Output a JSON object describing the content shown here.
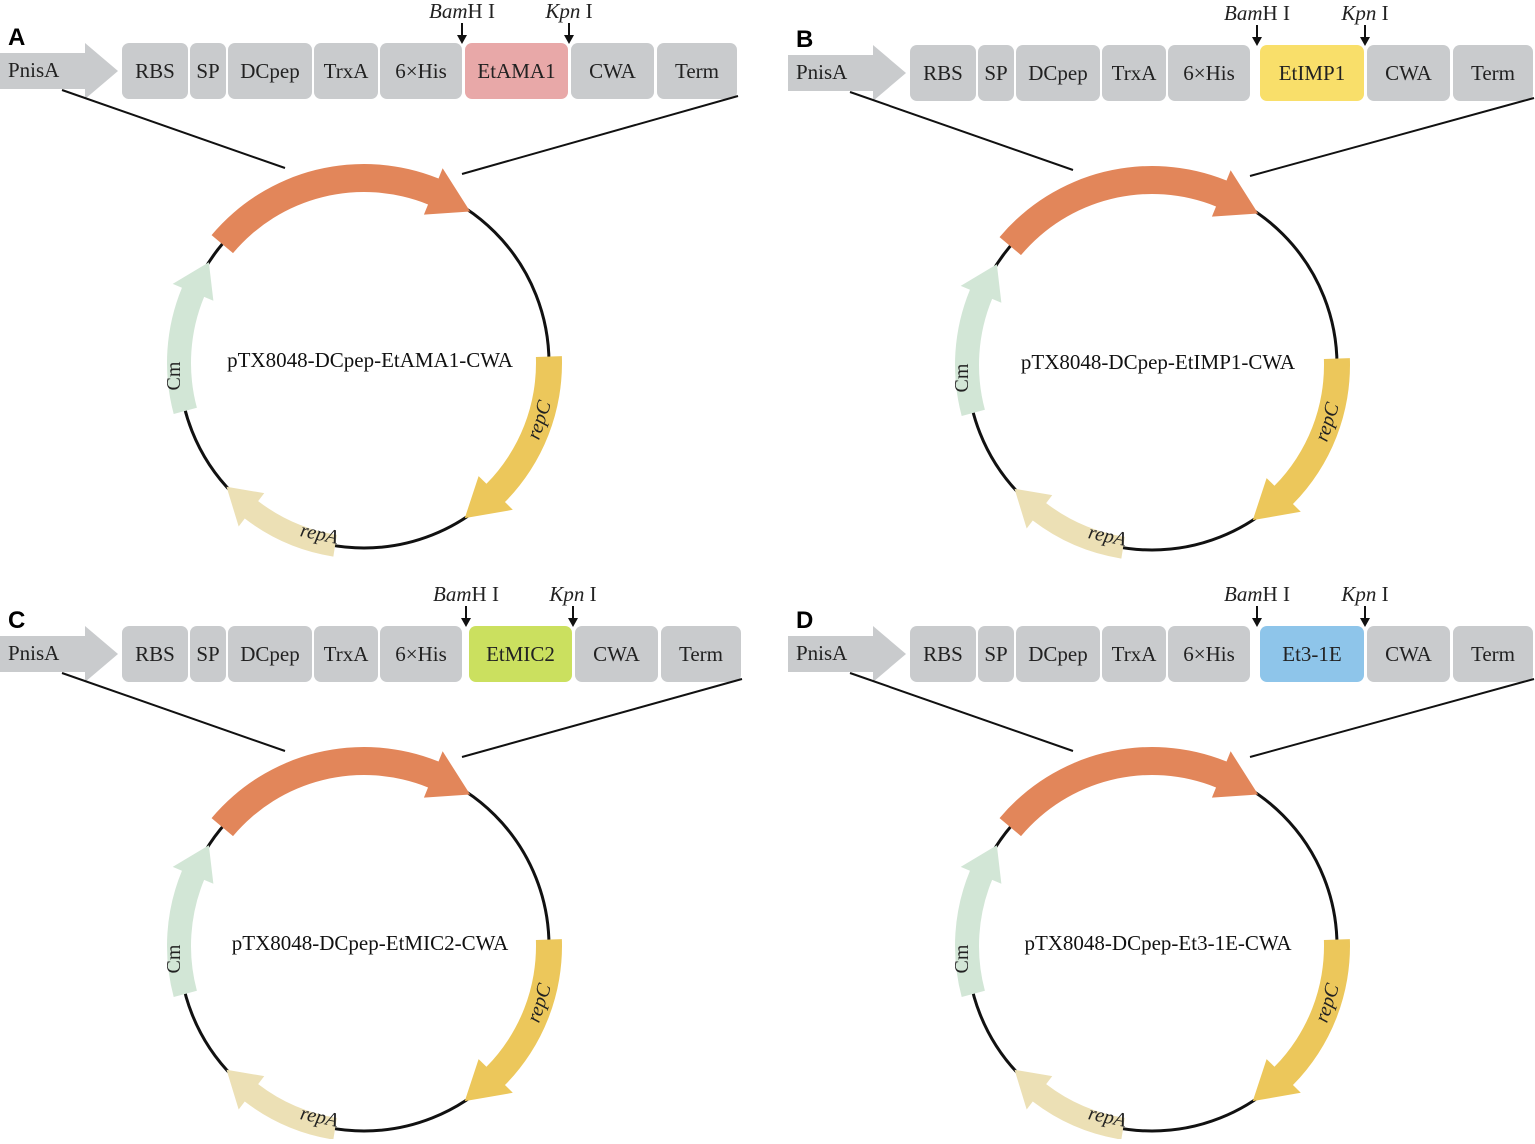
{
  "colors": {
    "block": "#c9cbcd",
    "promoter_arrow": "#c9cbcd",
    "orange_arrow": "#e2865a",
    "repC": "#ecc75b",
    "repA": "#ece0b5",
    "Cm": "#d2e6d6",
    "backbone": "#111111"
  },
  "panels": [
    {
      "letter": "A",
      "promoter": "PnisA",
      "blocks": [
        "RBS",
        "SP",
        "DCpep",
        "TrxA",
        "6×His",
        "EtAMA1",
        "CWA",
        "Term"
      ],
      "insert": {
        "label": "EtAMA1",
        "color": "#e8a8a8"
      },
      "sites": {
        "bamhi_italic": "Bam",
        "bamhi_rest": "H I",
        "kpni_italic": "Kpn",
        "kpni_rest": " I"
      },
      "plasmid_name": "pTX8048-DCpep-EtAMA1-CWA",
      "genes": {
        "repC": "repC",
        "repA": "repA",
        "Cm": "Cm"
      }
    },
    {
      "letter": "B",
      "promoter": "PnisA",
      "blocks": [
        "RBS",
        "SP",
        "DCpep",
        "TrxA",
        "6×His",
        "EtIMP1",
        "CWA",
        "Term"
      ],
      "insert": {
        "label": "EtIMP1",
        "color": "#f9df6a"
      },
      "sites": {
        "bamhi_italic": "Bam",
        "bamhi_rest": "H I",
        "kpni_italic": "Kpn",
        "kpni_rest": " I"
      },
      "plasmid_name": "pTX8048-DCpep-EtIMP1-CWA",
      "genes": {
        "repC": "repC",
        "repA": "repA",
        "Cm": "Cm"
      }
    },
    {
      "letter": "C",
      "promoter": "PnisA",
      "blocks": [
        "RBS",
        "SP",
        "DCpep",
        "TrxA",
        "6×His",
        "EtMIC2",
        "CWA",
        "Term"
      ],
      "insert": {
        "label": "EtMIC2",
        "color": "#cbe05f"
      },
      "sites": {
        "bamhi_italic": "Bam",
        "bamhi_rest": "H I",
        "kpni_italic": "Kpn",
        "kpni_rest": " I"
      },
      "plasmid_name": "pTX8048-DCpep-EtMIC2-CWA",
      "genes": {
        "repC": "repC",
        "repA": "repA",
        "Cm": "Cm"
      }
    },
    {
      "letter": "D",
      "promoter": "PnisA",
      "blocks": [
        "RBS",
        "SP",
        "DCpep",
        "TrxA",
        "6×His",
        "Et3-1E",
        "CWA",
        "Term"
      ],
      "insert": {
        "label": "Et3-1E",
        "color": "#8ec5ea"
      },
      "sites": {
        "bamhi_italic": "Bam",
        "bamhi_rest": "H I",
        "kpni_italic": "Kpn",
        "kpni_rest": " I"
      },
      "plasmid_name": "pTX8048-DCpep-Et3-1E-CWA",
      "genes": {
        "repC": "repC",
        "repA": "repA",
        "Cm": "Cm"
      }
    }
  ]
}
